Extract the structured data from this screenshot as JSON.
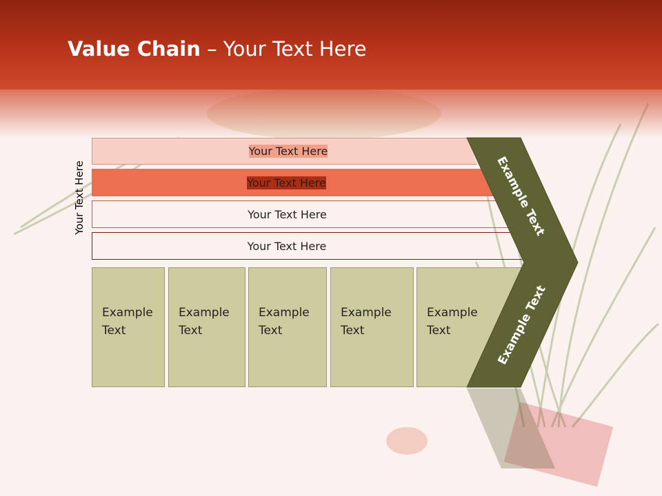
{
  "slide": {
    "title_bold": "Value Chain",
    "title_rest": " – Your Text Here",
    "side_label": "Your Text Here"
  },
  "bars": [
    {
      "label": "Your Text Here",
      "color": "#f8cfc4"
    },
    {
      "label": "Your Text Here",
      "color": "#f29f8a"
    },
    {
      "label": "Your Text Here",
      "color": "#ec6f52"
    },
    {
      "label": "Your Text Here",
      "color": "#ad2d14"
    }
  ],
  "cards": [
    {
      "line1": "Example",
      "line2": "Text"
    },
    {
      "line1": "Example",
      "line2": "Text"
    },
    {
      "line1": "Example",
      "line2": "Text"
    },
    {
      "line1": "Example",
      "line2": "Text"
    },
    {
      "line1": "Example",
      "line2": "Text"
    }
  ],
  "chevron": {
    "upper_text": "Example Text",
    "lower_text": "Example Text",
    "color": "#5f6334"
  },
  "colors": {
    "header": "#b8341a",
    "card": "#cdcc9f"
  }
}
